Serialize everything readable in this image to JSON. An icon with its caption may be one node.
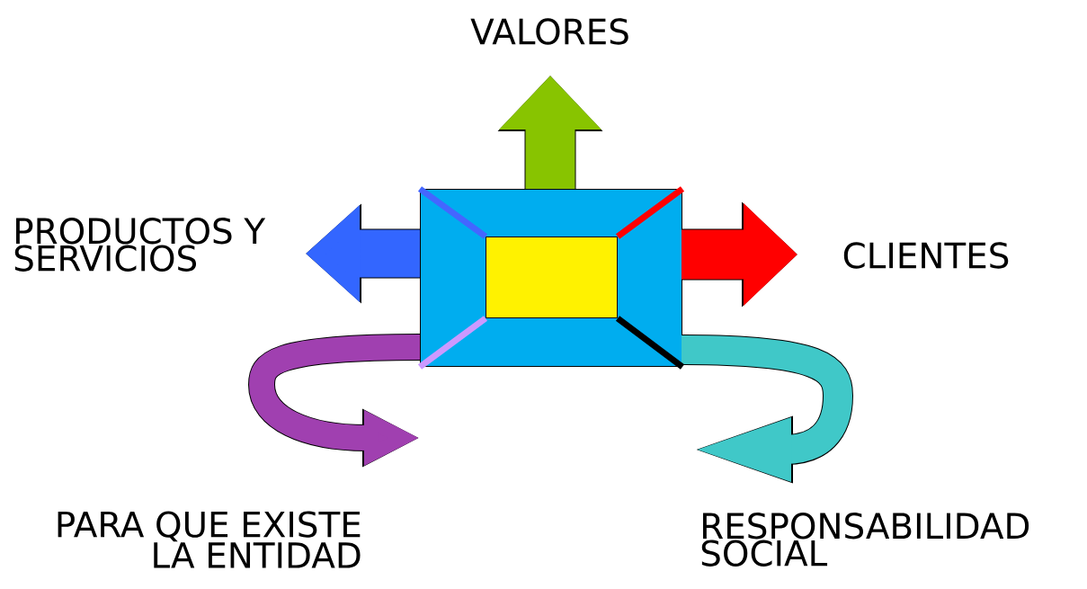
{
  "diagram": {
    "nodes": [
      {
        "text": [],
        "shape": "box"
      },
      {
        "text": [],
        "shape": "box",
        "in": 0
      }
    ],
    "edges": [
      {
        "from": 0,
        "to": null,
        "arrow": "to",
        "style": "thick",
        "color": "#88c400"
      },
      {
        "from": 0,
        "to": null,
        "arrow": "to",
        "style": "thick",
        "color": "#3366ff"
      },
      {
        "from": 0,
        "to": null,
        "arrow": "to",
        "style": "thick",
        "color": "#ff0000"
      },
      {
        "from": 0,
        "to": null,
        "arrow": "to",
        "color": "#a040b0"
      },
      {
        "from": 0,
        "to": null,
        "arrow": "to",
        "color": "#40c8c8"
      },
      {
        "from": 1,
        "to": 0,
        "arrow": "none",
        "color": "#4466ff"
      },
      {
        "from": 1,
        "to": 0,
        "arrow": "none",
        "color": "#ff0000"
      },
      {
        "from": 1,
        "to": 0,
        "arrow": "none",
        "color": "#cc99ff"
      },
      {
        "from": 1,
        "to": 0,
        "arrow": "none",
        "color": "#000000"
      }
    ],
    "labels": [
      "VALORES",
      "PRODUCTOS Y SERVICIOS",
      "CLIENTES",
      "PARA QUE EXISTE LA ENTIDAD",
      "RESPONSABILIDAD SOCIAL"
    ]
  }
}
